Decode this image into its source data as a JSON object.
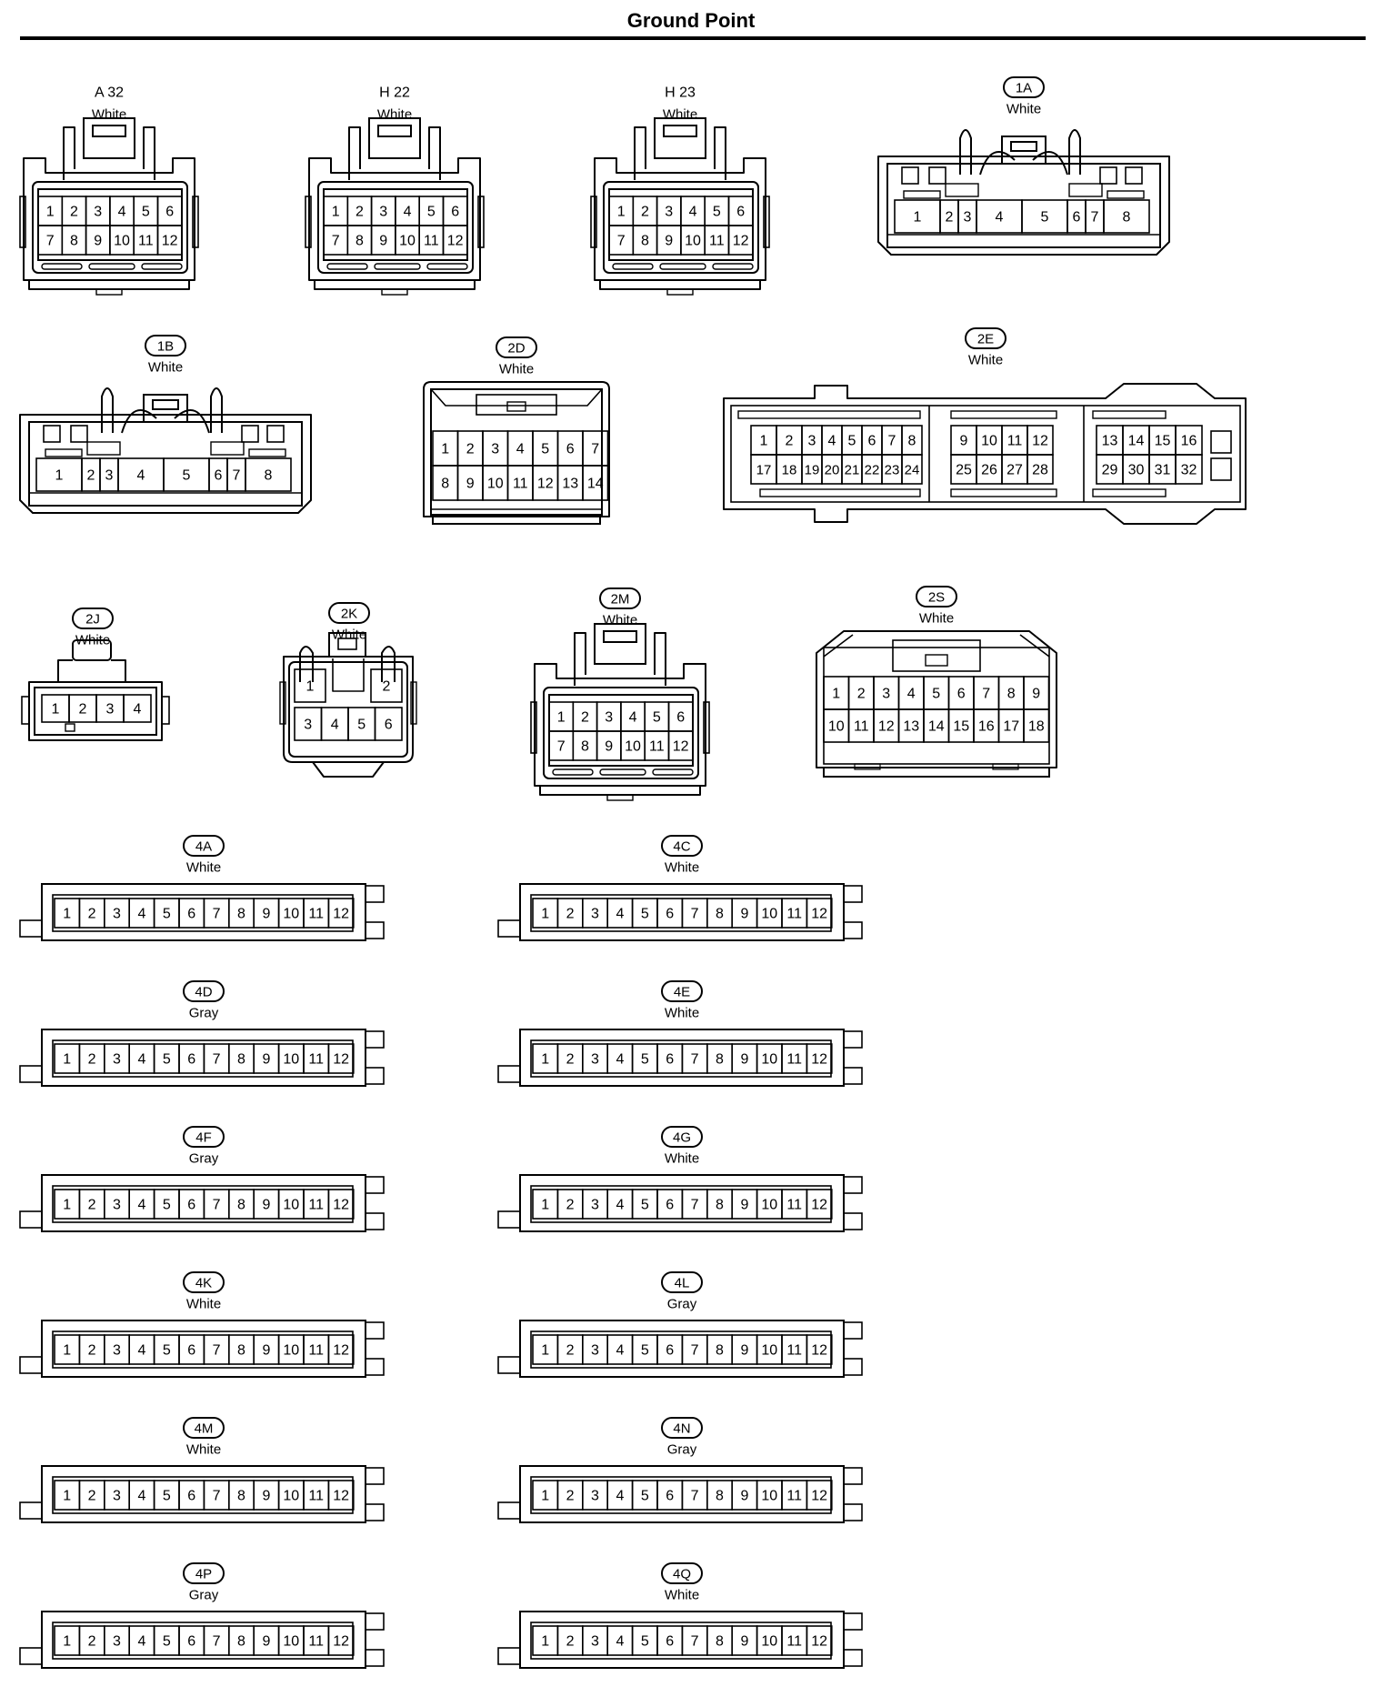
{
  "title": "Ground Point",
  "connectors": [
    {
      "id": "a32",
      "code": "A 32",
      "color": "White",
      "style": "plain",
      "type": "box12",
      "pins": [
        "1",
        "2",
        "3",
        "4",
        "5",
        "6",
        "7",
        "8",
        "9",
        "10",
        "11",
        "12"
      ]
    },
    {
      "id": "h22",
      "code": "H 22",
      "color": "White",
      "style": "plain",
      "type": "box12",
      "pins": [
        "1",
        "2",
        "3",
        "4",
        "5",
        "6",
        "7",
        "8",
        "9",
        "10",
        "11",
        "12"
      ]
    },
    {
      "id": "h23",
      "code": "H 23",
      "color": "White",
      "style": "plain",
      "type": "box12",
      "pins": [
        "1",
        "2",
        "3",
        "4",
        "5",
        "6",
        "7",
        "8",
        "9",
        "10",
        "11",
        "12"
      ]
    },
    {
      "id": "1a",
      "code": "1A",
      "color": "White",
      "style": "oval",
      "type": "wide8",
      "pins": [
        "1",
        "2",
        "3",
        "4",
        "5",
        "6",
        "7",
        "8"
      ]
    },
    {
      "id": "1b",
      "code": "1B",
      "color": "White",
      "style": "oval",
      "type": "wide8",
      "pins": [
        "1",
        "2",
        "3",
        "4",
        "5",
        "6",
        "7",
        "8"
      ]
    },
    {
      "id": "2d",
      "code": "2D",
      "color": "White",
      "style": "oval",
      "type": "box14",
      "pins": [
        "1",
        "2",
        "3",
        "4",
        "5",
        "6",
        "7",
        "8",
        "9",
        "10",
        "11",
        "12",
        "13",
        "14"
      ]
    },
    {
      "id": "2e",
      "code": "2E",
      "color": "White",
      "style": "oval",
      "type": "big32",
      "pins": [
        "1",
        "2",
        "3",
        "4",
        "5",
        "6",
        "7",
        "8",
        "9",
        "10",
        "11",
        "12",
        "13",
        "14",
        "15",
        "16",
        "17",
        "18",
        "19",
        "20",
        "21",
        "22",
        "23",
        "24",
        "25",
        "26",
        "27",
        "28",
        "29",
        "30",
        "31",
        "32"
      ]
    },
    {
      "id": "2j",
      "code": "2J",
      "color": "White",
      "style": "oval",
      "type": "small4",
      "pins": [
        "1",
        "2",
        "3",
        "4"
      ]
    },
    {
      "id": "2k",
      "code": "2K",
      "color": "White",
      "style": "oval",
      "type": "box6",
      "pins": [
        "1",
        "2",
        "3",
        "4",
        "5",
        "6"
      ]
    },
    {
      "id": "2m",
      "code": "2M",
      "color": "White",
      "style": "oval",
      "type": "box12",
      "pins": [
        "1",
        "2",
        "3",
        "4",
        "5",
        "6",
        "7",
        "8",
        "9",
        "10",
        "11",
        "12"
      ]
    },
    {
      "id": "2s",
      "code": "2S",
      "color": "White",
      "style": "oval",
      "type": "box18",
      "pins": [
        "1",
        "2",
        "3",
        "4",
        "5",
        "6",
        "7",
        "8",
        "9",
        "10",
        "11",
        "12",
        "13",
        "14",
        "15",
        "16",
        "17",
        "18"
      ]
    },
    {
      "id": "4a",
      "code": "4A",
      "color": "White",
      "style": "oval",
      "type": "strip12",
      "pins": [
        "1",
        "2",
        "3",
        "4",
        "5",
        "6",
        "7",
        "8",
        "9",
        "10",
        "11",
        "12"
      ]
    },
    {
      "id": "4c",
      "code": "4C",
      "color": "White",
      "style": "oval",
      "type": "strip12",
      "pins": [
        "1",
        "2",
        "3",
        "4",
        "5",
        "6",
        "7",
        "8",
        "9",
        "10",
        "11",
        "12"
      ]
    },
    {
      "id": "4d",
      "code": "4D",
      "color": "Gray",
      "style": "oval",
      "type": "strip12",
      "pins": [
        "1",
        "2",
        "3",
        "4",
        "5",
        "6",
        "7",
        "8",
        "9",
        "10",
        "11",
        "12"
      ]
    },
    {
      "id": "4e",
      "code": "4E",
      "color": "White",
      "style": "oval",
      "type": "strip12",
      "pins": [
        "1",
        "2",
        "3",
        "4",
        "5",
        "6",
        "7",
        "8",
        "9",
        "10",
        "11",
        "12"
      ]
    },
    {
      "id": "4f",
      "code": "4F",
      "color": "Gray",
      "style": "oval",
      "type": "strip12",
      "pins": [
        "1",
        "2",
        "3",
        "4",
        "5",
        "6",
        "7",
        "8",
        "9",
        "10",
        "11",
        "12"
      ]
    },
    {
      "id": "4g",
      "code": "4G",
      "color": "White",
      "style": "oval",
      "type": "strip12",
      "pins": [
        "1",
        "2",
        "3",
        "4",
        "5",
        "6",
        "7",
        "8",
        "9",
        "10",
        "11",
        "12"
      ]
    },
    {
      "id": "4k",
      "code": "4K",
      "color": "White",
      "style": "oval",
      "type": "strip12",
      "pins": [
        "1",
        "2",
        "3",
        "4",
        "5",
        "6",
        "7",
        "8",
        "9",
        "10",
        "11",
        "12"
      ]
    },
    {
      "id": "4l",
      "code": "4L",
      "color": "Gray",
      "style": "oval",
      "type": "strip12",
      "pins": [
        "1",
        "2",
        "3",
        "4",
        "5",
        "6",
        "7",
        "8",
        "9",
        "10",
        "11",
        "12"
      ]
    },
    {
      "id": "4m",
      "code": "4M",
      "color": "White",
      "style": "oval",
      "type": "strip12",
      "pins": [
        "1",
        "2",
        "3",
        "4",
        "5",
        "6",
        "7",
        "8",
        "9",
        "10",
        "11",
        "12"
      ]
    },
    {
      "id": "4n",
      "code": "4N",
      "color": "Gray",
      "style": "oval",
      "type": "strip12",
      "pins": [
        "1",
        "2",
        "3",
        "4",
        "5",
        "6",
        "7",
        "8",
        "9",
        "10",
        "11",
        "12"
      ]
    },
    {
      "id": "4p",
      "code": "4P",
      "color": "Gray",
      "style": "oval",
      "type": "strip12",
      "pins": [
        "1",
        "2",
        "3",
        "4",
        "5",
        "6",
        "7",
        "8",
        "9",
        "10",
        "11",
        "12"
      ]
    },
    {
      "id": "4q",
      "code": "4Q",
      "color": "White",
      "style": "oval",
      "type": "strip12",
      "pins": [
        "1",
        "2",
        "3",
        "4",
        "5",
        "6",
        "7",
        "8",
        "9",
        "10",
        "11",
        "12"
      ]
    }
  ]
}
